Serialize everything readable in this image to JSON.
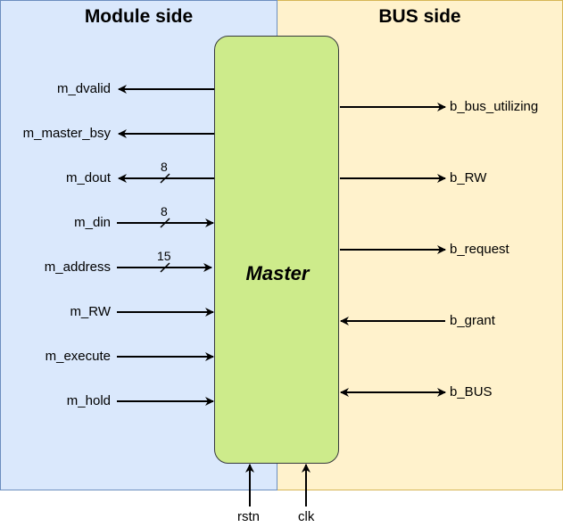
{
  "panels": {
    "module_title": "Module side",
    "bus_title": "BUS side"
  },
  "master": {
    "label": "Master"
  },
  "module_signals": [
    {
      "name": "m_dvalid",
      "direction": "out",
      "width": ""
    },
    {
      "name": "m_master_bsy",
      "direction": "out",
      "width": ""
    },
    {
      "name": "m_dout",
      "direction": "out",
      "width": "8"
    },
    {
      "name": "m_din",
      "direction": "in",
      "width": "8"
    },
    {
      "name": "m_address",
      "direction": "in",
      "width": "15"
    },
    {
      "name": "m_RW",
      "direction": "in",
      "width": ""
    },
    {
      "name": "m_execute",
      "direction": "in",
      "width": ""
    },
    {
      "name": "m_hold",
      "direction": "in",
      "width": ""
    }
  ],
  "bus_signals": [
    {
      "name": "b_bus_utilizing",
      "direction": "out"
    },
    {
      "name": "b_RW",
      "direction": "out"
    },
    {
      "name": "b_request",
      "direction": "out"
    },
    {
      "name": "b_grant",
      "direction": "in"
    },
    {
      "name": "b_BUS",
      "direction": "bidir"
    }
  ],
  "bottom_signals": [
    {
      "name": "rstn",
      "direction": "in"
    },
    {
      "name": "clk",
      "direction": "in"
    }
  ],
  "colors": {
    "module_fill": "#dae8fc",
    "module_border": "#6c8ebf",
    "bus_fill": "#fff2cc",
    "bus_border": "#d6b656",
    "master_fill": "#cdeb8b",
    "wire": "#000000"
  }
}
